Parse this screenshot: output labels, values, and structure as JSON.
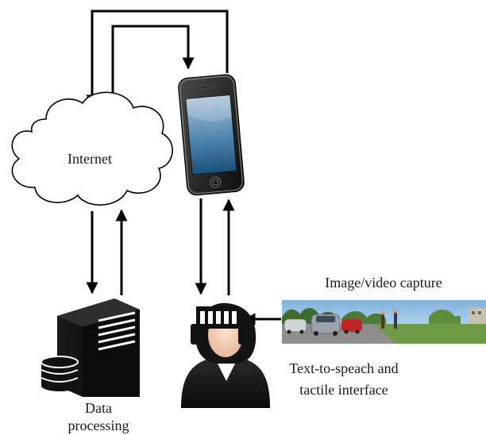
{
  "labels": {
    "internet": "Internet",
    "data_processing_line1": "Data",
    "data_processing_line2": "processing",
    "image_capture": "Image/video capture",
    "tts_line1": "Text-to-speach and",
    "tts_line2": "tactile interface"
  },
  "icons": {
    "cloud": "cloud-icon",
    "smartphone": "smartphone-icon",
    "server": "server-icon",
    "database": "database-icon",
    "user": "user-icon",
    "photo": "street-photo-icon"
  },
  "colors": {
    "line": "#000000",
    "cloud_fill": "#ffffff",
    "server": "#111111",
    "screen_top": "#9fb7ce",
    "screen_bottom": "#1f5a85",
    "grass": "#6f9a45",
    "sky": "#9cc3e6"
  }
}
